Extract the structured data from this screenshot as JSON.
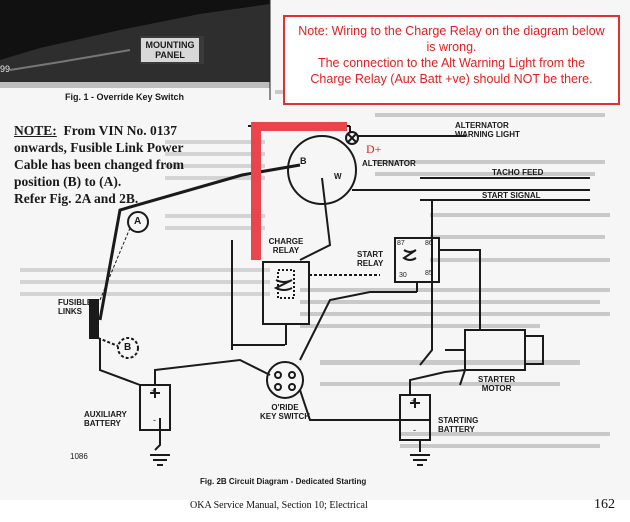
{
  "fig1": {
    "mounting_panel": [
      "MOUNTING",
      "PANEL"
    ],
    "page_edge_number": "99",
    "caption": "Fig. 1 - Override Key Switch"
  },
  "note": {
    "lines": [
      "Note: Wiring to the Charge Relay on the diagram below",
      "is wrong.",
      "The connection to the Alt Warning Light from the",
      "Charge Relay (Aux Batt +ve) should NOT be there."
    ]
  },
  "vin_note": {
    "heading": "NOTE:",
    "first": "From VIN No. 0137",
    "lines": [
      "onwards, Fusible Link Power",
      "Cable has been changed from",
      "position (B) to (A).",
      "Refer Fig. 2A and 2B."
    ]
  },
  "labels": {
    "alt_warning_light": [
      "ALTERNATOR",
      "WARNING LIGHT"
    ],
    "d_plus": "D+",
    "alternator": "ALTERNATOR",
    "b_terminal": "B",
    "w_terminal": "W",
    "tacho_feed": "TACHO FEED",
    "start_signal": "START SIGNAL",
    "charge_relay": [
      "CHARGE",
      "RELAY"
    ],
    "start_relay": [
      "START",
      "RELAY"
    ],
    "relay_pins": [
      "87",
      "86",
      "85",
      "30"
    ],
    "fusible_links": [
      "FUSIBLE",
      "LINKS"
    ],
    "callout_a": "A",
    "callout_b": "B",
    "auxiliary_battery": [
      "AUXILIARY",
      "BATTERY"
    ],
    "key_switch": [
      "O'RIDE",
      "KEY SWITCH"
    ],
    "starter_motor": [
      "STARTER",
      "MOTOR"
    ],
    "starting_battery": [
      "STARTING",
      "BATTERY"
    ],
    "plus_sign": "+",
    "minus_sign": "-",
    "drawing_number": "1086",
    "fig2b_caption": "Fig. 2B Circuit Diagram - Dedicated Starting"
  },
  "footer": {
    "manual": "OKA Service Manual, Section 10; Electrical",
    "page_number": "162"
  },
  "colors": {
    "note_red": "#e02020",
    "highlight_red": "#e8454d",
    "ink": "#1a1a1a"
  }
}
